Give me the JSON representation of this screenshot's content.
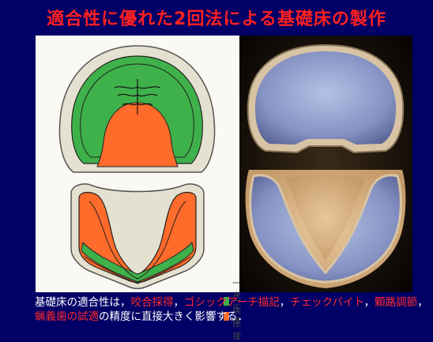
{
  "title": "適合性に優れた2回法による基礎床の製作",
  "legend": {
    "primary_label": "一次圧接",
    "secondary_label": "二次圧接",
    "primary_color": "#3fb14a",
    "secondary_color": "#ff6b2a"
  },
  "caption": {
    "seg1": "基礎床の適合性は，",
    "hl1": "咬合採得",
    "seg2": "，",
    "hl2": "ゴシックアーチ描記",
    "seg3": "，",
    "hl3": "チェックバイト",
    "seg4": "，",
    "hl4": "顆路調節",
    "seg5": "，",
    "hl5": "蝋義歯の試適",
    "seg6": "の精度に直接大きく影響する．",
    "text_color": "#ffffff",
    "highlight_color": "#ff2a2a"
  },
  "colors": {
    "background": "#000066",
    "title": "#ff2020"
  }
}
